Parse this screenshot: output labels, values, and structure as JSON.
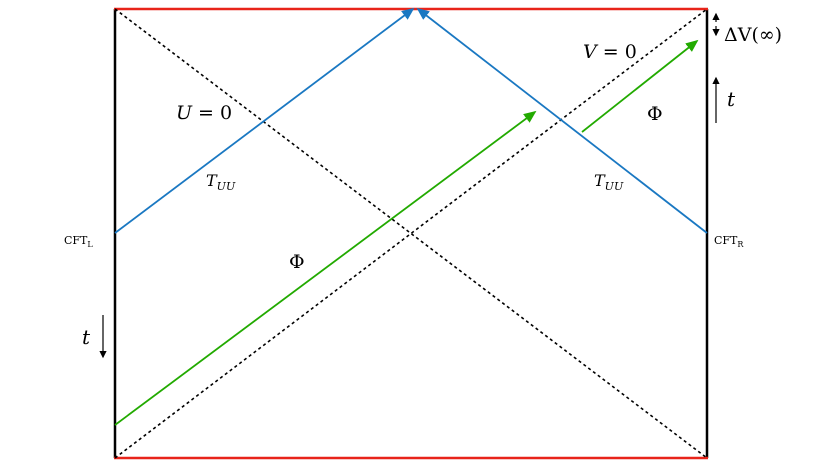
{
  "labels": {
    "u_zero": "U = 0",
    "v_zero": "V = 0",
    "t_uu_left": "T",
    "t_uu_left_sub": "UU",
    "t_uu_right": "T",
    "t_uu_right_sub": "UU",
    "phi_center": "Φ",
    "phi_right": "Φ",
    "cft_left": "CFT",
    "cft_left_sub": "L",
    "cft_right": "CFT",
    "cft_right_sub": "R",
    "t_left": "t",
    "t_right": "t",
    "delta_v": "ΔV(∞)"
  },
  "colors": {
    "boundary": "#000000",
    "singularity": "#e8241a",
    "shockwave": "#1a78c2",
    "signal": "#22aa00",
    "horizon": "#000000"
  }
}
